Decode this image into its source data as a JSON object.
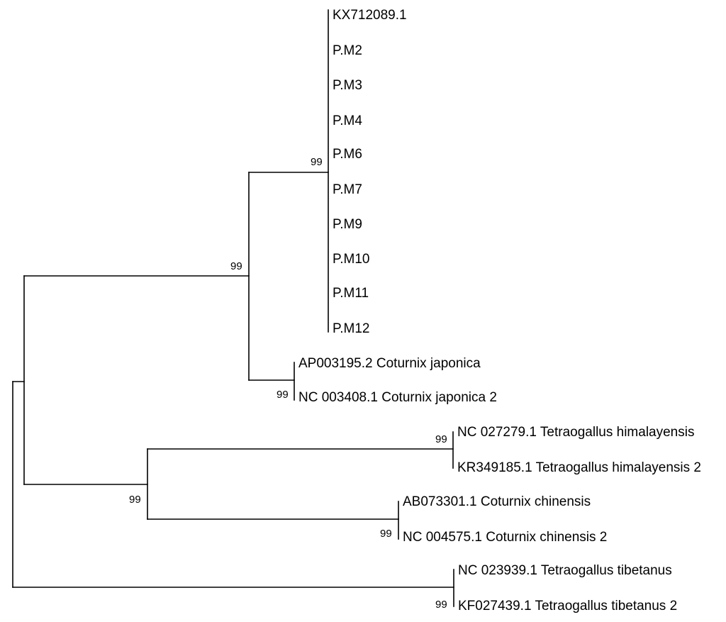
{
  "tree": {
    "leaves": {
      "KX712089_1": "KX712089.1",
      "PM2": "P.M2",
      "PM3": "P.M3",
      "PM4": "P.M4",
      "PM6": "P.M6",
      "PM7": "P.M7",
      "PM9": "P.M9",
      "PM10": "P.M10",
      "PM11": "P.M11",
      "PM12": "P.M12",
      "AP003195_2": "AP003195.2 Coturnix japonica",
      "NC003408_1": "NC 003408.1 Coturnix japonica 2",
      "NC027279_1": "NC 027279.1 Tetraogallus himalayensis",
      "KR349185_1": "KR349185.1 Tetraogallus himalayensis 2",
      "AB073301_1": "AB073301.1 Coturnix chinensis",
      "NC004575_1": "NC 004575.1 Coturnix chinensis 2",
      "NC023939_1": "NC 023939.1 Tetraogallus tibetanus",
      "KF027439_1": "KF027439.1 Tetraogallus tibetanus 2"
    },
    "bootstrap": {
      "pm_clade": "99",
      "pm_japonica": "99",
      "japonica": "99",
      "himalayensis": "99",
      "him_chin": "99",
      "chinensis": "99",
      "tibetanus": "99"
    }
  }
}
